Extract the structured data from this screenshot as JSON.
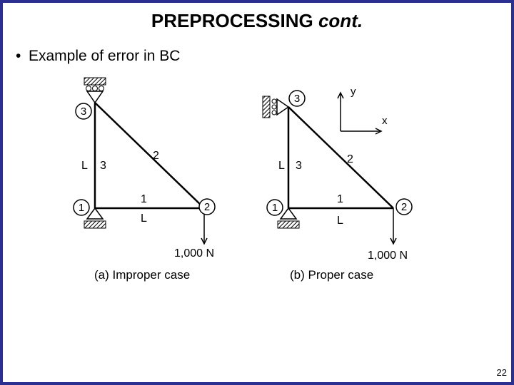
{
  "slide": {
    "title_main": "PREPROCESSING",
    "title_italic": "cont.",
    "bullet_text": "Example of error in BC",
    "page_number": "22"
  },
  "figure_a": {
    "caption": "(a) Improper case",
    "node_top": "3",
    "node_bottom_left": "1",
    "node_bottom_right": "2",
    "element_left_label": "L",
    "element_left_number": "3",
    "element_bottom_number": "1",
    "element_bottom_label": "L",
    "element_diagonal_number": "2",
    "load_label": "1,000 N"
  },
  "figure_b": {
    "caption": "(b) Proper case",
    "node_top": "3",
    "node_bottom_left": "1",
    "node_bottom_right": "2",
    "element_left_label": "L",
    "element_left_number": "3",
    "element_bottom_number": "1",
    "element_bottom_label": "L",
    "element_diagonal_number": "2",
    "load_label": "1,000 N"
  },
  "axes": {
    "y_label": "y",
    "x_label": "x"
  }
}
